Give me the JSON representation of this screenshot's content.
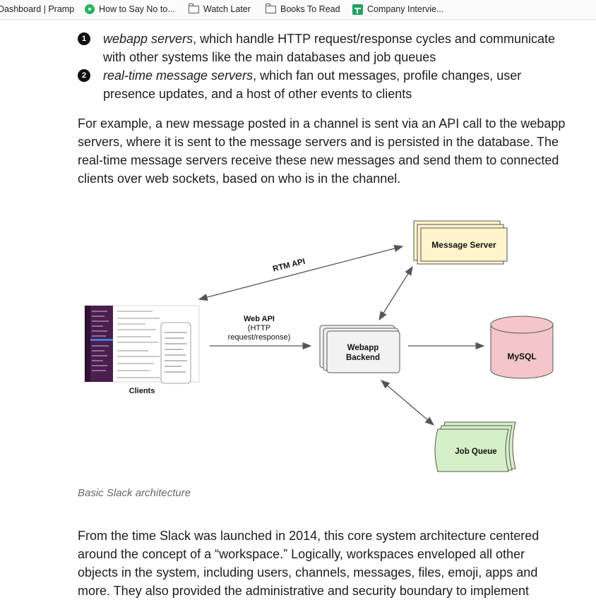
{
  "bookmarks": [
    {
      "label": "Dashboard | Pramp",
      "icon": "none"
    },
    {
      "label": "How to Say No to...",
      "icon": "green-circle-icon"
    },
    {
      "label": "Watch Later",
      "icon": "folder-icon"
    },
    {
      "label": "Books To Read",
      "icon": "folder-icon"
    },
    {
      "label": "Company Intervie...",
      "icon": "sheets-icon"
    }
  ],
  "list": [
    {
      "num": "1",
      "em": "webapp servers",
      "rest": ", which handle HTTP request/response cycles and communicate",
      "line2": "with other systems like the main databases and job queues"
    },
    {
      "num": "2",
      "em": "real-time message servers",
      "rest": ", which fan out messages, profile changes, user",
      "line2": "presence updates, and a host of other events to clients"
    }
  ],
  "para1": [
    "For example, a new message posted in a channel is sent via an API call to the webapp",
    "servers, where it is sent to the message servers and is persisted in the database. The",
    "real-time message servers receive these new messages and send them to connected",
    "clients over web sockets, based on who is in the channel."
  ],
  "diagram": {
    "message_server": "Message Server",
    "rtm_api": "RTM API",
    "web_api": "Web API",
    "http": "(HTTP",
    "req_resp": "request/response)",
    "webapp": "Webapp",
    "backend": "Backend",
    "mysql": "MySQL",
    "job_queue": "Job Queue",
    "clients": "Clients"
  },
  "caption": "Basic Slack architecture",
  "para2": [
    "From the time Slack was launched in 2014, this core system architecture centered",
    "around the concept of a “workspace.” Logically, workspaces enveloped all other",
    "objects in the system, including users, channels, messages, files, emoji, apps and",
    "more. They also provided the administrative and security boundary to implement"
  ]
}
